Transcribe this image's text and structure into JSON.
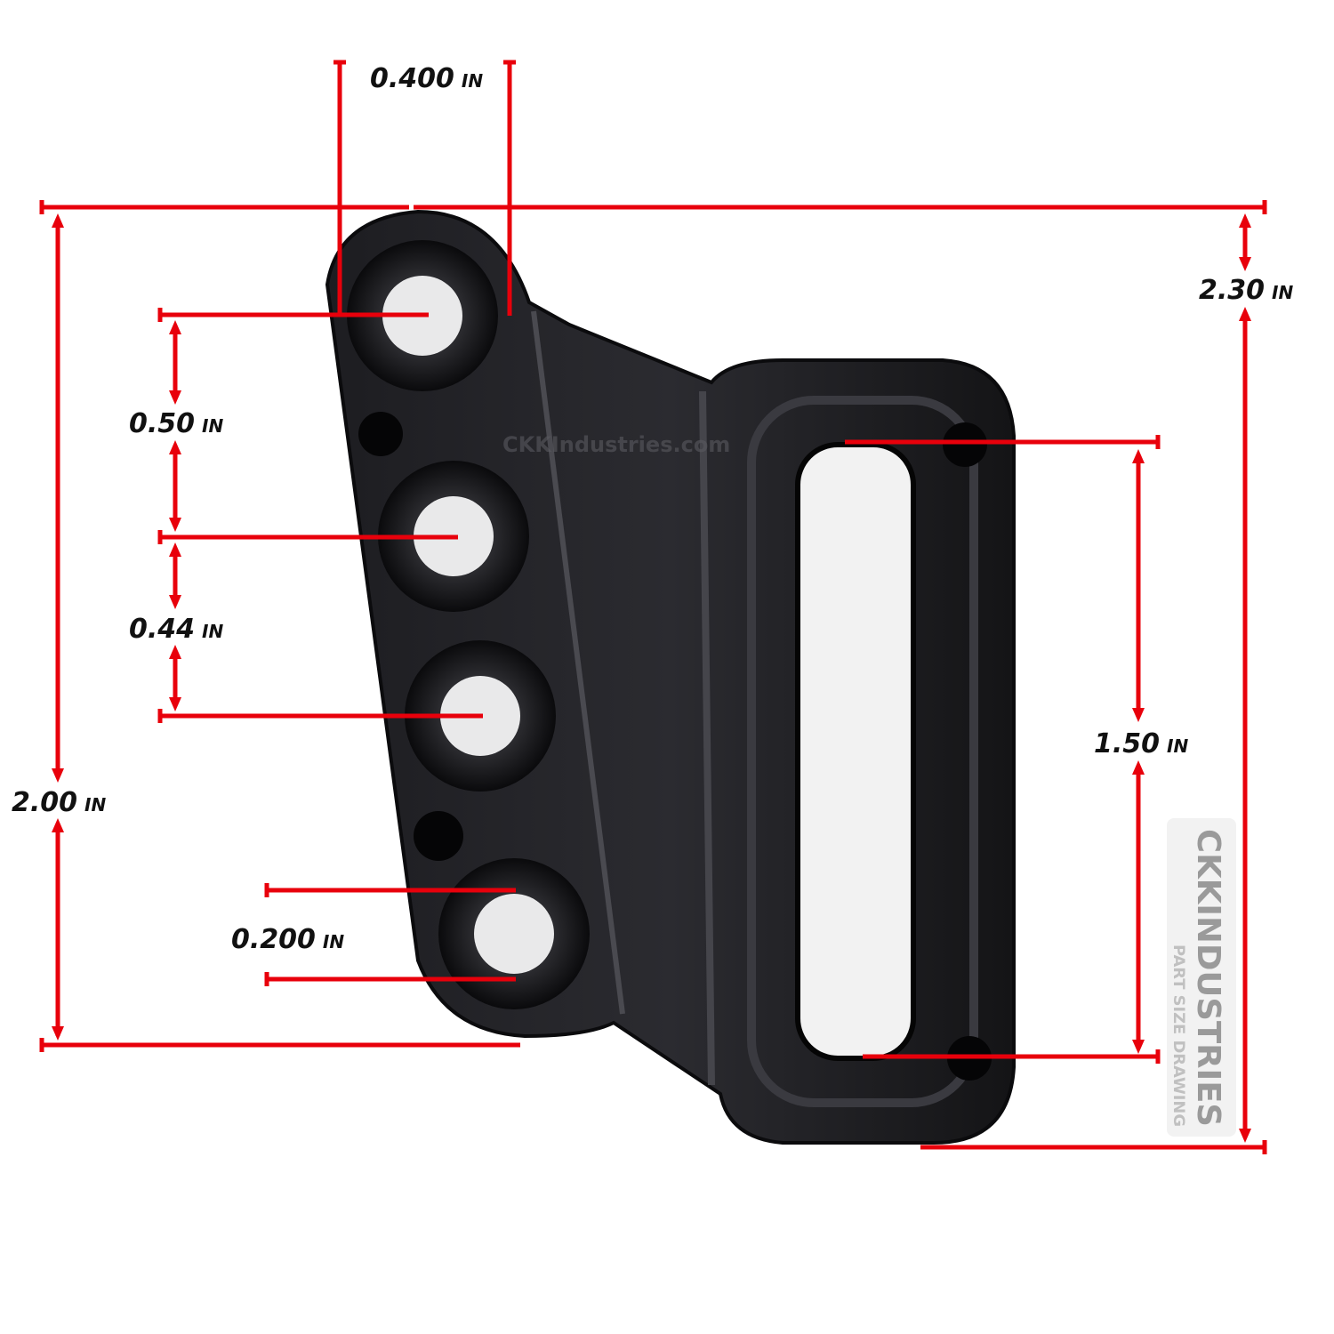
{
  "watermark": {
    "center_text": "CKKIndustries.com",
    "badge_title": "CKKINDUSTRIES",
    "badge_subtitle": "PART SIZE DRAWING"
  },
  "dimensions": {
    "hole_diameter": {
      "value": "0.400",
      "unit": "IN"
    },
    "overall_width": {
      "value": "2.30",
      "unit": "IN"
    },
    "left_height": {
      "value": "2.00",
      "unit": "IN"
    },
    "hole_spacing_top": {
      "value": "0.50",
      "unit": "IN"
    },
    "hole_spacing_mid": {
      "value": "0.44",
      "unit": "IN"
    },
    "hole_bore": {
      "value": "0.200",
      "unit": "IN"
    },
    "slot_length": {
      "value": "1.50",
      "unit": "IN"
    }
  },
  "colors": {
    "dimension": "#e8000b",
    "part": "#161618"
  }
}
